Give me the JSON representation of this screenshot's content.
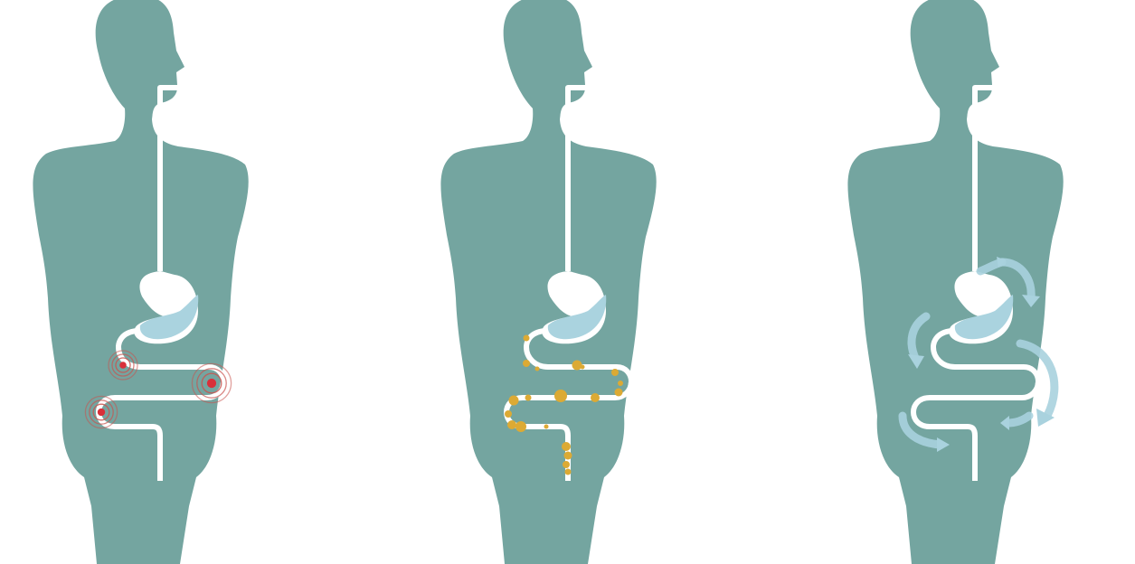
{
  "colors": {
    "background": "#ffffff",
    "body": "#74a5a0",
    "tract": "#ffffff",
    "stomach_fluid": "#aad3df",
    "pain_marker": "#d9303a",
    "pain_ring": "#c9534f",
    "particle": "#dcaa34",
    "motion_arrow": "#a9d2de"
  },
  "panels": [
    {
      "name": "pain",
      "icon": "pain-markers-icon",
      "marker_count": 3
    },
    {
      "name": "particles",
      "icon": "particle-dots-icon",
      "marker_count": 20
    },
    {
      "name": "motion",
      "icon": "motion-arrows-icon",
      "marker_count": 6
    }
  ]
}
